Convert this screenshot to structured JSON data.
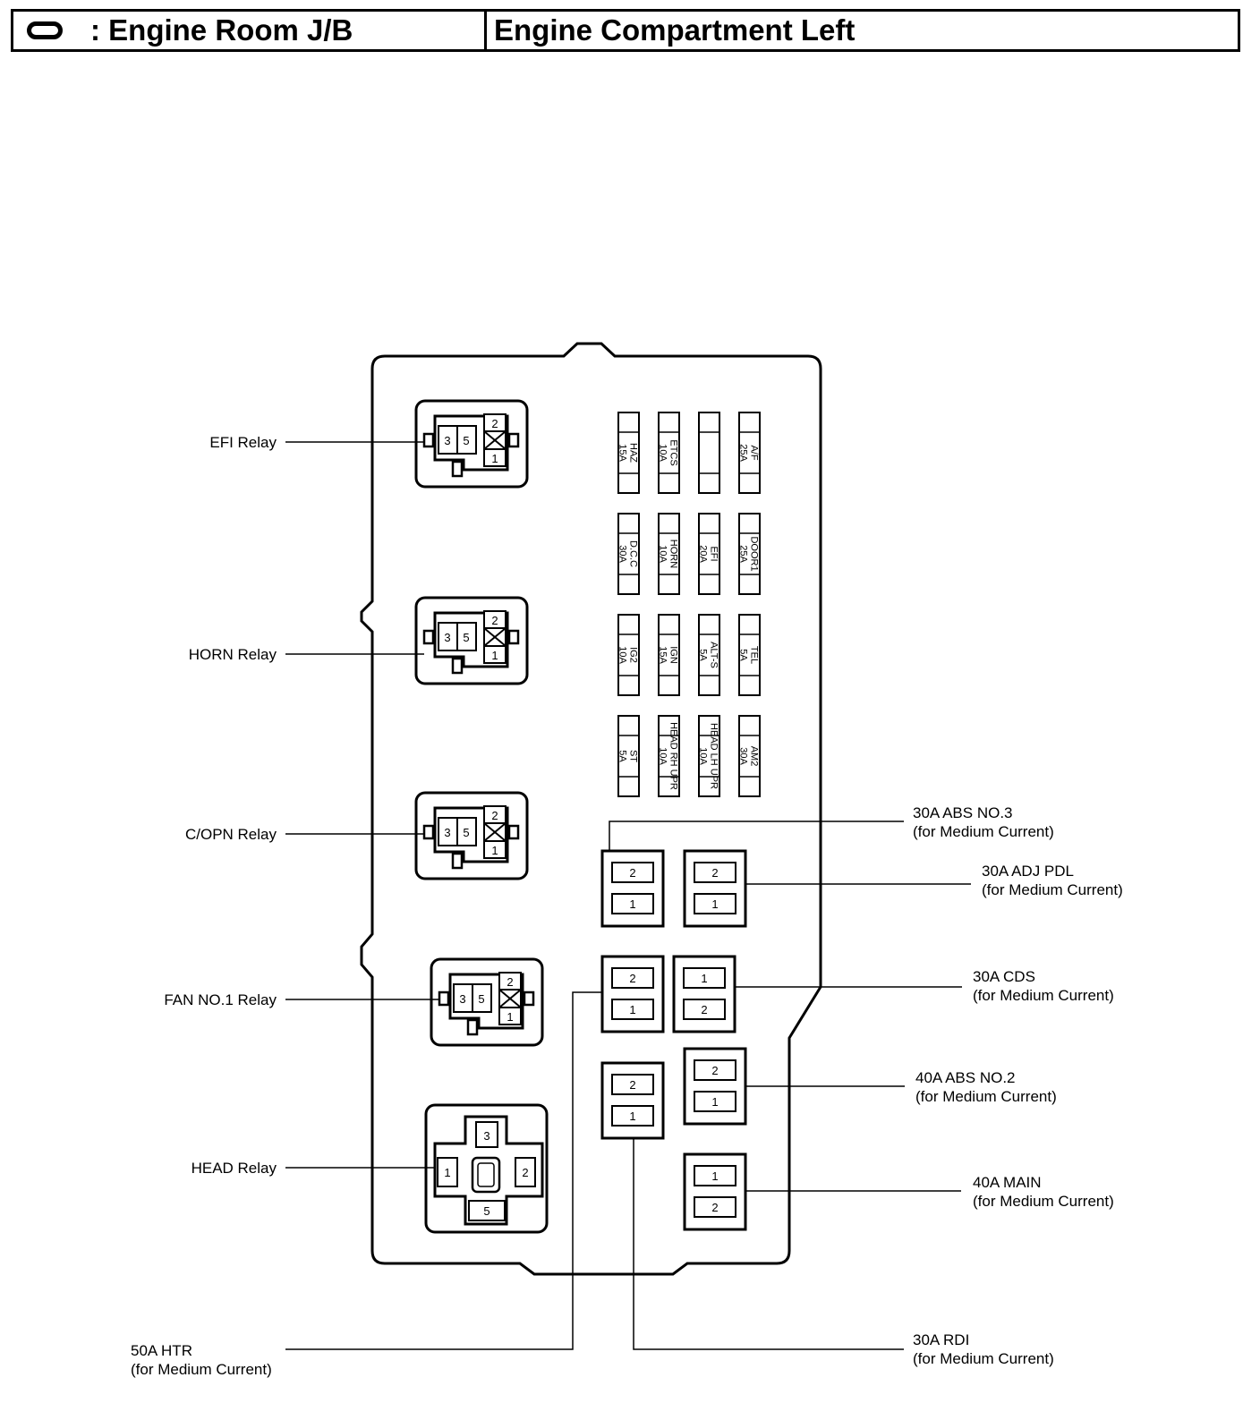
{
  "header": {
    "icon": "junction-block-symbol-icon",
    "left": ": Engine Room J/B",
    "right": "Engine Compartment Left"
  },
  "relays": [
    {
      "label": "EFI Relay",
      "pins": [
        "3",
        "5",
        "2",
        "1"
      ]
    },
    {
      "label": "HORN Relay",
      "pins": [
        "3",
        "5",
        "2",
        "1"
      ]
    },
    {
      "label": "C/OPN Relay",
      "pins": [
        "3",
        "5",
        "2",
        "1"
      ]
    },
    {
      "label": "FAN NO.1 Relay",
      "pins": [
        "3",
        "5",
        "2",
        "1"
      ]
    },
    {
      "label": "HEAD Relay",
      "pins": [
        "3",
        "1",
        "2",
        "5"
      ]
    }
  ],
  "fuses": [
    {
      "amp": "15A",
      "name": "HAZ"
    },
    {
      "amp": "10A",
      "name": "ETCS"
    },
    {
      "amp": "",
      "name": ""
    },
    {
      "amp": "25A",
      "name": "A/F"
    },
    {
      "amp": "30A",
      "name": "D.C.C"
    },
    {
      "amp": "10A",
      "name": "HORN"
    },
    {
      "amp": "20A",
      "name": "EFI"
    },
    {
      "amp": "25A",
      "name": "DOOR1"
    },
    {
      "amp": "10A",
      "name": "IG2"
    },
    {
      "amp": "15A",
      "name": "IGN"
    },
    {
      "amp": "5A",
      "name": "ALT-S"
    },
    {
      "amp": "5A",
      "name": "TEL"
    },
    {
      "amp": "5A",
      "name": "ST"
    },
    {
      "amp": "10A",
      "name": "HEAD RH UPR"
    },
    {
      "amp": "10A",
      "name": "HEAD LH UPR"
    },
    {
      "amp": "30A",
      "name": "AM2"
    }
  ],
  "medium_fuses": [
    {
      "pins": [
        "2",
        "1"
      ],
      "name": "30A ABS NO.3",
      "note": "(for Medium Current)"
    },
    {
      "pins": [
        "2",
        "1"
      ],
      "name": "30A ADJ PDL",
      "note": "(for Medium Current)"
    },
    {
      "pins": [
        "2",
        "1"
      ],
      "name": "50A HTR",
      "note": "(for Medium Current)"
    },
    {
      "pins": [
        "1",
        "2"
      ],
      "name": "30A CDS",
      "note": "(for Medium Current)"
    },
    {
      "pins": [
        "2",
        "1"
      ],
      "name": "40A ABS NO.2",
      "note": "(for Medium Current)"
    },
    {
      "pins": [
        "2",
        "1"
      ],
      "name": "30A RDI",
      "note": "(for Medium Current)"
    },
    {
      "pins": [
        "1",
        "2"
      ],
      "name": "40A MAIN",
      "note": "(for Medium Current)"
    }
  ]
}
